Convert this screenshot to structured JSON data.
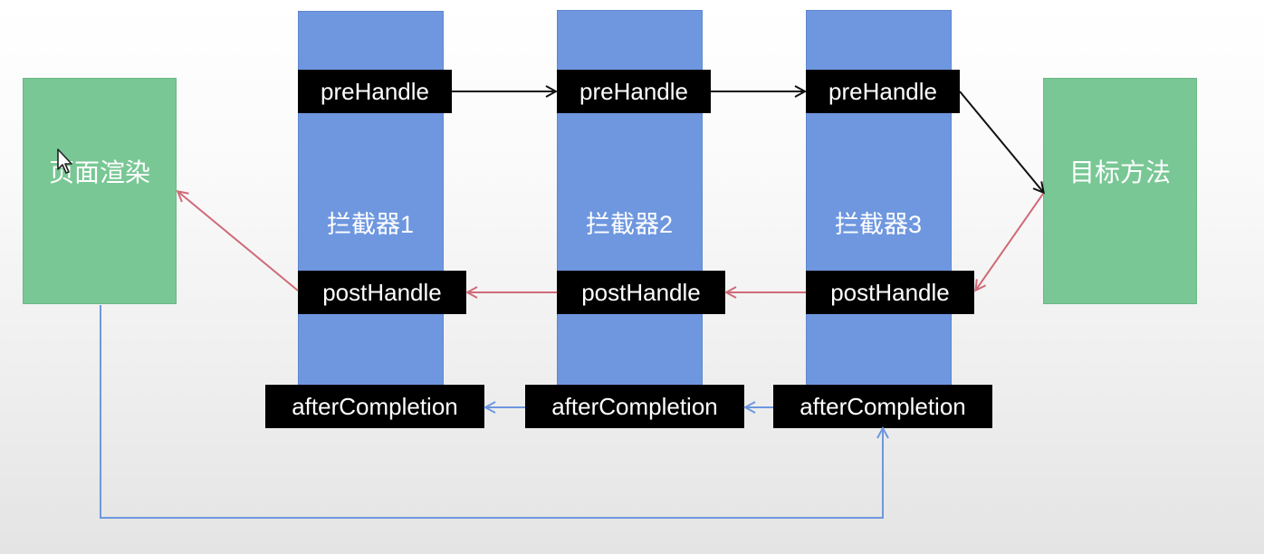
{
  "nodes": {
    "page_render": "页面渲染",
    "target_method": "目标方法"
  },
  "interceptors": [
    {
      "label": "拦截器1",
      "pre": "preHandle",
      "post": "postHandle",
      "after": "afterCompletion"
    },
    {
      "label": "拦截器2",
      "pre": "preHandle",
      "post": "postHandle",
      "after": "afterCompletion"
    },
    {
      "label": "拦截器3",
      "pre": "preHandle",
      "post": "postHandle",
      "after": "afterCompletion"
    }
  ],
  "colors": {
    "green": "#79c795",
    "blue": "#6e97df",
    "black_arrow": "#111111",
    "red_arrow": "#d06a78",
    "blue_arrow": "#6e97df"
  },
  "icons": {
    "cursor": "mouse-pointer-icon"
  }
}
